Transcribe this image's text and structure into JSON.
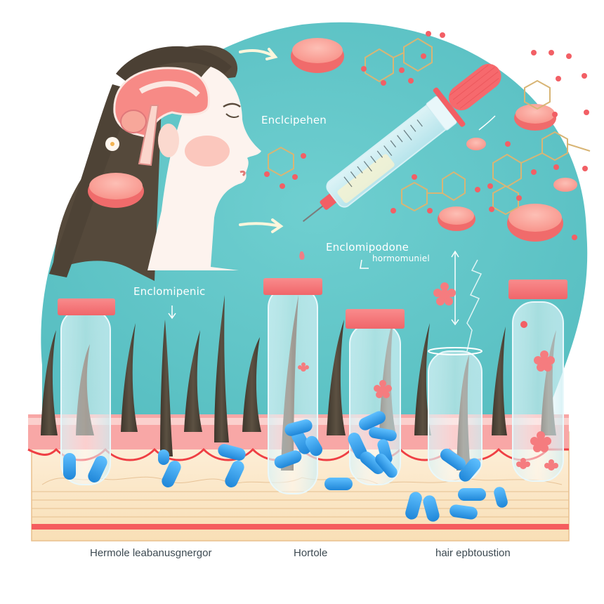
{
  "illustration": {
    "subject": "hair-growth-hormone-infographic",
    "colors": {
      "background": "#ffffff",
      "teal_circle": "#5fc4c6",
      "pink_accent": "#f56a6f",
      "pink_light": "#fbb5ae",
      "capsule_blue": "#2f9be6",
      "hair_dark": "#4a4033",
      "skin_tan": "#fbe6c4",
      "molecule_gold": "#d7b77a",
      "text_dark": "#3d4a52",
      "text_white": "#ffffff"
    },
    "labels": {
      "top_label": "Enclcipehen",
      "mid_label_main": "Enclomipodone",
      "mid_label_sub": "hormomuniel",
      "left_label": "Enclomipenic"
    },
    "captions": [
      {
        "text": "Hermole leabanusgnergor"
      },
      {
        "text": "Hortole"
      },
      {
        "text": "hair epbtoustion"
      }
    ],
    "elements": {
      "woman_profile": "woman-with-brain-cross-section",
      "syringe": "dropper-syringe",
      "tubes_count": 5,
      "capsule_color": "blue",
      "flowers": "pink-flowers"
    }
  }
}
